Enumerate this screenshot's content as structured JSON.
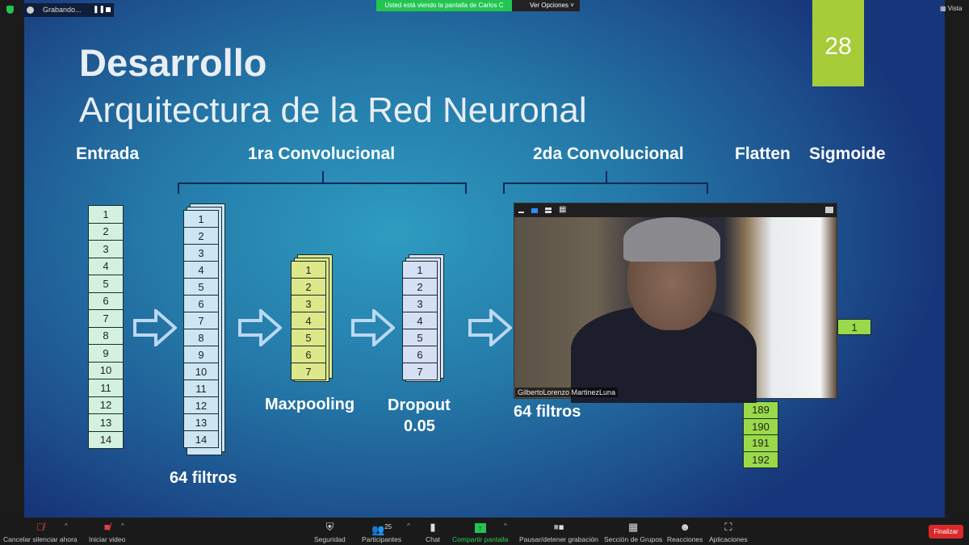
{
  "topbar": {
    "recording": "Grabando...",
    "banner": "Usted está viendo la pantalla de Carlos C",
    "view_options": "Ver Opciones",
    "view": "Vista"
  },
  "slide": {
    "title": "Desarrollo",
    "subtitle": "Arquitectura de la Red Neuronal",
    "number": "28",
    "headers": {
      "input": "Entrada",
      "conv1": "1ra Convolucional",
      "conv2": "2da Convolucional",
      "flatten": "Flatten",
      "sigmoid": "Sigmoide"
    },
    "input_cells": [
      "1",
      "2",
      "3",
      "4",
      "5",
      "6",
      "7",
      "8",
      "9",
      "10",
      "11",
      "12",
      "13",
      "14"
    ],
    "conv1_cells": [
      "1",
      "2",
      "3",
      "4",
      "5",
      "6",
      "7",
      "8",
      "9",
      "10",
      "11",
      "12",
      "13",
      "14"
    ],
    "maxpool_cells": [
      "1",
      "2",
      "3",
      "4",
      "5",
      "6",
      "7"
    ],
    "dropout_cells": [
      "1",
      "2",
      "3",
      "4",
      "5",
      "6",
      "7"
    ],
    "flatten_cells": [
      "189",
      "190",
      "191",
      "192"
    ],
    "sigmoid_cells": [
      "1"
    ],
    "conv1_filters": "64 filtros",
    "maxpool_label": "Maxpooling",
    "dropout_label": "Dropout",
    "dropout_rate": "0.05",
    "conv2_filters": "64 filtros",
    "colors": {
      "input": "#d4f1e0",
      "conv1": "#cde6f4",
      "maxpool": "#dde88a",
      "dropout": "#d5e0f4",
      "flatten": "#9ad94a",
      "number_box": "#a6cc39"
    }
  },
  "video": {
    "participant": "GilbertoLorenzo MartinezLuna"
  },
  "toolbar": {
    "mute": "Cancelar silenciar ahora",
    "video": "Iniciar video",
    "security": "Seguridad",
    "participants": "Participantes",
    "participants_count": "25",
    "chat": "Chat",
    "share": "Compartir pantalla",
    "record": "Pausar/detener grabación",
    "breakout": "Sección de Grupos",
    "reactions": "Reacciones",
    "apps": "Aplicaciones",
    "end": "Finalizar"
  }
}
